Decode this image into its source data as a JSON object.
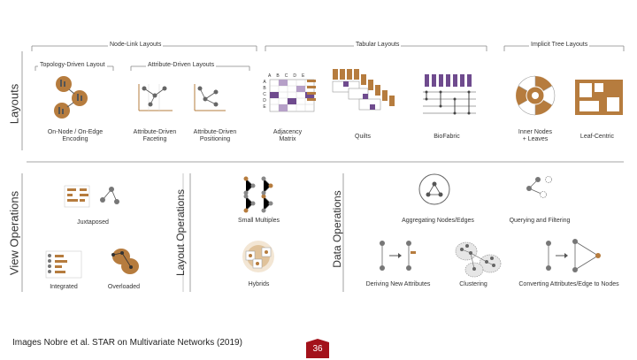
{
  "colors": {
    "brown": "#b67c3e",
    "purple": "#6f4b8e",
    "gray": "#9a9a9a",
    "dark": "#555555",
    "accent": "#a3121b"
  },
  "sections": {
    "layouts": "Layouts",
    "view_operations": "View Operations",
    "layout_operations": "Layout Operations",
    "data_operations": "Data Operations"
  },
  "headers": {
    "node_link": "Node-Link Layouts",
    "tabular": "Tabular Layouts",
    "implicit_tree": "Implicit Tree Layouts",
    "topology": "Topology-Driven Layout",
    "attribute": "Attribute-Driven Layouts"
  },
  "labels": {
    "on_node": "On-Node / On-Edge\nEncoding",
    "faceting": "Attribute-Driven\nFaceting",
    "positioning": "Attribute-Driven\nPositioning",
    "adjacency": "Adjacency\nMatrix",
    "quilts": "Quilts",
    "biofabric": "BioFabric",
    "inner_nodes": "Inner Nodes\n+ Leaves",
    "leaf_centric": "Leaf-Centric",
    "juxtaposed": "Juxtaposed",
    "integrated": "Integrated",
    "overloaded": "Overloaded",
    "small_multiples": "Small Multiples",
    "hybrids": "Hybrids",
    "aggregating": "Aggregating Nodes/Edges",
    "querying": "Querying and Filtering",
    "deriving": "Deriving New Attributes",
    "clustering": "Clustering",
    "converting": "Converting Attributes/Edge to Nodes"
  },
  "matrix_letters": {
    "cols": [
      "A",
      "B",
      "C",
      "D",
      "E"
    ],
    "rows": [
      "A",
      "B",
      "C",
      "D",
      "E"
    ]
  },
  "caption": "Images Nobre et al. STAR on Multivariate Networks (2019)",
  "page_number": "36"
}
